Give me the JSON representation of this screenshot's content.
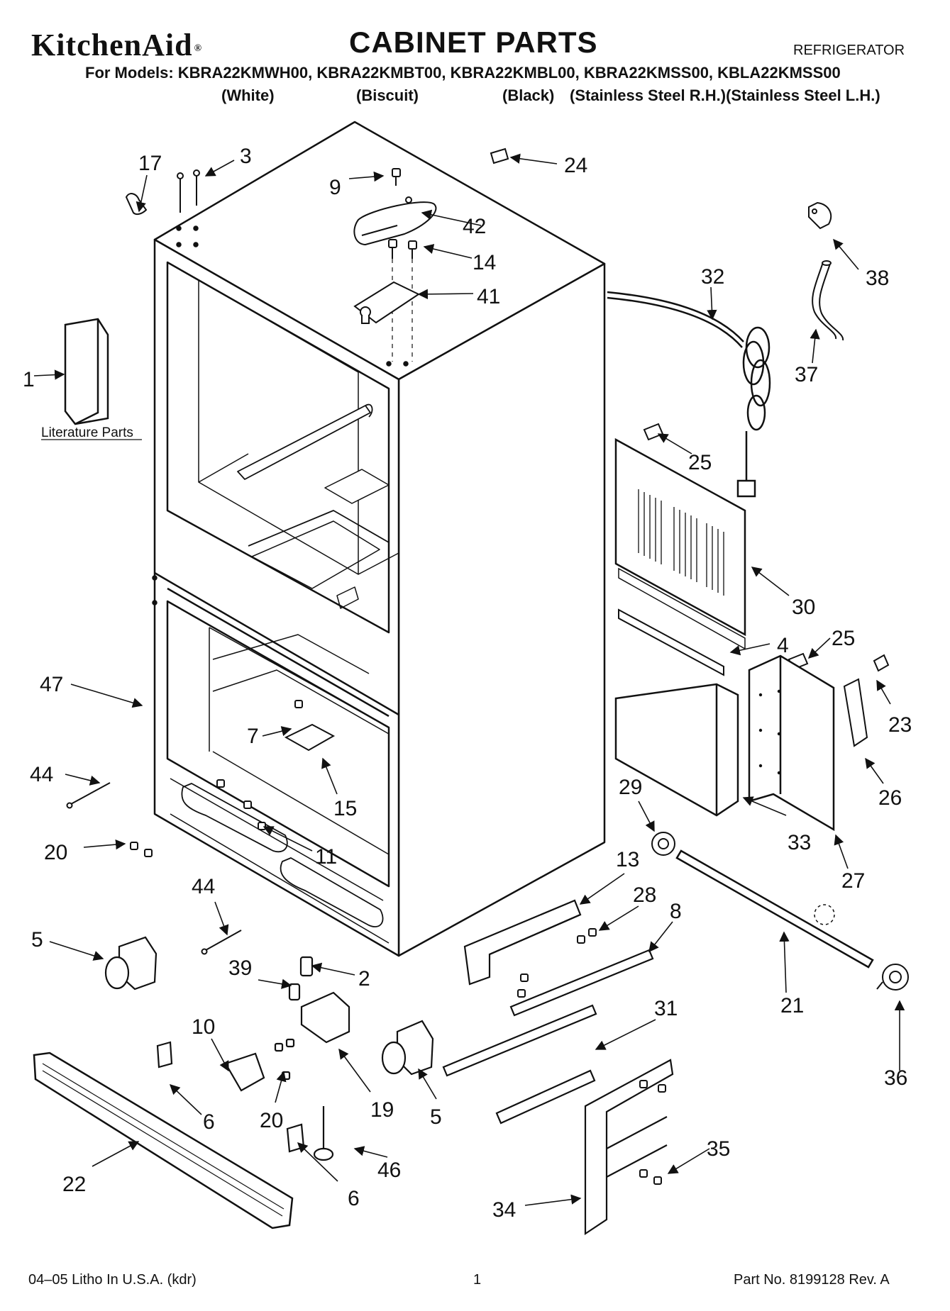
{
  "header": {
    "brand": "KitchenAid",
    "brand_mark": "®",
    "title": "CABINET PARTS",
    "category": "REFRIGERATOR",
    "models_line": "For Models: KBRA22KMWH00, KBRA22KMBT00, KBRA22KMBL00, KBRA22KMSS00, KBLA22KMSS00",
    "colors": [
      "(White)",
      "(Biscuit)",
      "(Black)",
      "(Stainless Steel R.H.)(Stainless Steel L.H.)"
    ]
  },
  "literature_label": "Literature Parts",
  "callouts": [
    {
      "id": "c17",
      "text": "17"
    },
    {
      "id": "c3",
      "text": "3"
    },
    {
      "id": "c9",
      "text": "9"
    },
    {
      "id": "c24",
      "text": "24"
    },
    {
      "id": "c42",
      "text": "42"
    },
    {
      "id": "c38",
      "text": "38"
    },
    {
      "id": "c14",
      "text": "14"
    },
    {
      "id": "c41",
      "text": "41"
    },
    {
      "id": "c32",
      "text": "32"
    },
    {
      "id": "c37",
      "text": "37"
    },
    {
      "id": "c1",
      "text": "1"
    },
    {
      "id": "c25a",
      "text": "25"
    },
    {
      "id": "c30",
      "text": "30"
    },
    {
      "id": "c4",
      "text": "4"
    },
    {
      "id": "c25b",
      "text": "25"
    },
    {
      "id": "c47",
      "text": "47"
    },
    {
      "id": "c7",
      "text": "7"
    },
    {
      "id": "c23",
      "text": "23"
    },
    {
      "id": "c44a",
      "text": "44"
    },
    {
      "id": "c15",
      "text": "15"
    },
    {
      "id": "c26",
      "text": "26"
    },
    {
      "id": "c29",
      "text": "29"
    },
    {
      "id": "c33",
      "text": "33"
    },
    {
      "id": "c20a",
      "text": "20"
    },
    {
      "id": "c11",
      "text": "11"
    },
    {
      "id": "c27",
      "text": "27"
    },
    {
      "id": "c13",
      "text": "13"
    },
    {
      "id": "c44b",
      "text": "44"
    },
    {
      "id": "c28",
      "text": "28"
    },
    {
      "id": "c8",
      "text": "8"
    },
    {
      "id": "c5a",
      "text": "5"
    },
    {
      "id": "c39",
      "text": "39"
    },
    {
      "id": "c2",
      "text": "2"
    },
    {
      "id": "c21",
      "text": "21"
    },
    {
      "id": "c31",
      "text": "31"
    },
    {
      "id": "c10",
      "text": "10"
    },
    {
      "id": "c36",
      "text": "36"
    },
    {
      "id": "c6a",
      "text": "6"
    },
    {
      "id": "c20b",
      "text": "20"
    },
    {
      "id": "c19",
      "text": "19"
    },
    {
      "id": "c5b",
      "text": "5"
    },
    {
      "id": "c35",
      "text": "35"
    },
    {
      "id": "c46",
      "text": "46"
    },
    {
      "id": "c22",
      "text": "22"
    },
    {
      "id": "c6b",
      "text": "6"
    },
    {
      "id": "c34",
      "text": "34"
    }
  ],
  "footer": {
    "left": "04–05 Litho In U.S.A. (kdr)",
    "center": "1",
    "right": "Part No. 8199128 Rev. A"
  }
}
